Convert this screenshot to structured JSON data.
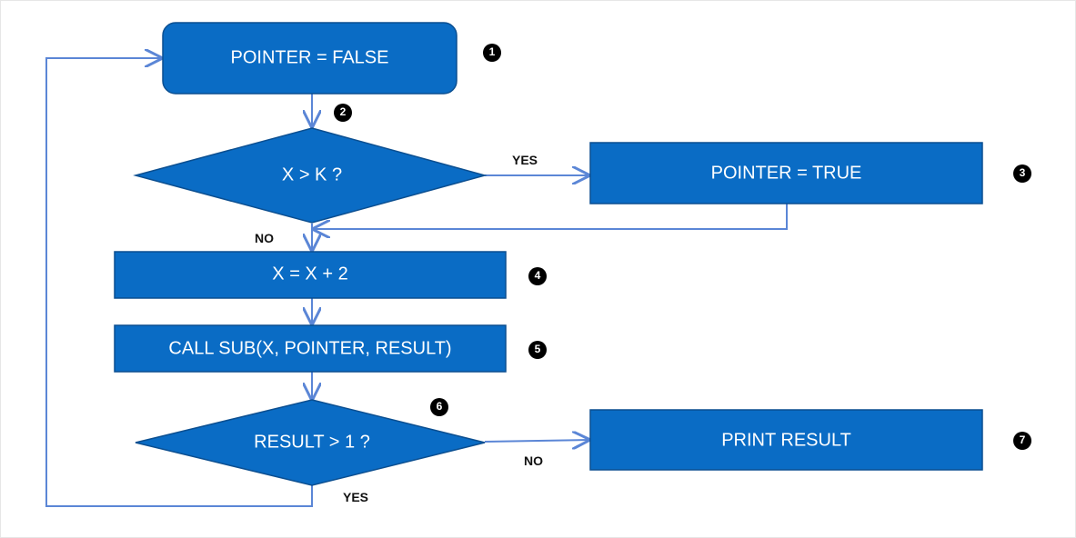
{
  "colors": {
    "node_fill": "#0a6cc5",
    "node_stroke": "#0b4f91",
    "connector": "#5b86d6",
    "badge": "#000000"
  },
  "nodes": {
    "pointer_false": {
      "label": "POINTER = FALSE",
      "step": "1"
    },
    "x_gt_k": {
      "label": "X > K ?",
      "step": "2"
    },
    "pointer_true": {
      "label": "POINTER = TRUE",
      "step": "3"
    },
    "x_plus_2": {
      "label": "X = X + 2",
      "step": "4"
    },
    "call_sub": {
      "label": "CALL SUB(X, POINTER, RESULT)",
      "step": "5"
    },
    "result_gt_1": {
      "label": "RESULT > 1 ?",
      "step": "6"
    },
    "print_result": {
      "label": "PRINT RESULT",
      "step": "7"
    }
  },
  "edge_labels": {
    "x_gt_k_yes": "YES",
    "x_gt_k_no": "NO",
    "result_no": "NO",
    "result_yes": "YES"
  }
}
